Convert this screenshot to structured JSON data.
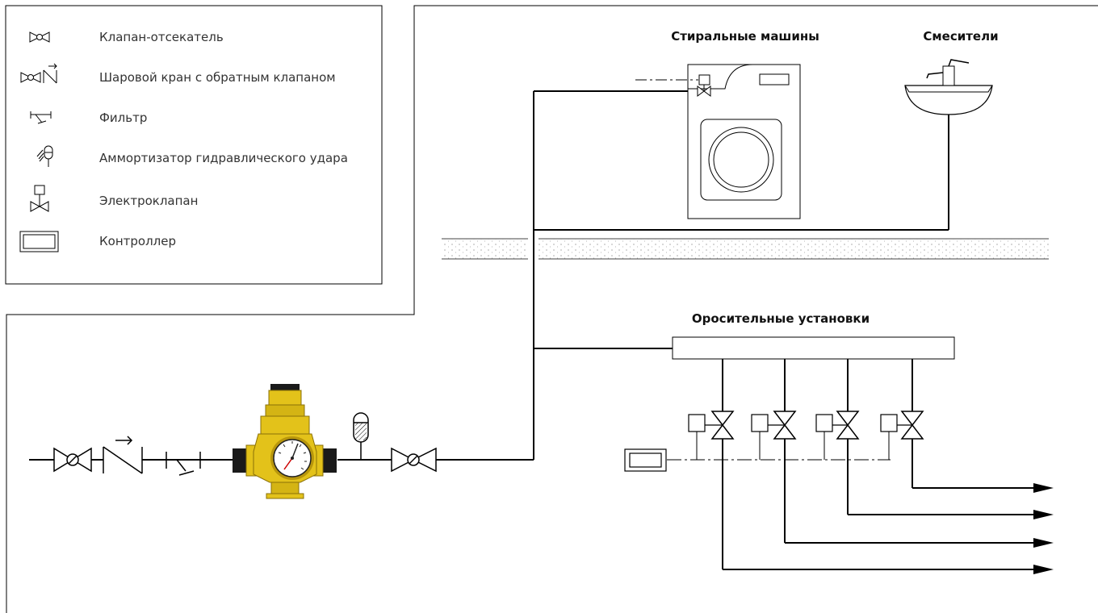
{
  "legend": {
    "items": [
      {
        "icon": "shutoff-valve-icon",
        "label": "Клапан-отсекатель"
      },
      {
        "icon": "ball-valve-check-icon",
        "label": "Шаровой кран с обратным клапаном"
      },
      {
        "icon": "filter-icon",
        "label": "Фильтр"
      },
      {
        "icon": "water-hammer-arrestor-icon",
        "label": "Аммортизатор гидравлического удара"
      },
      {
        "icon": "solenoid-valve-icon",
        "label": "Электроклапан"
      },
      {
        "icon": "controller-icon",
        "label": "Контроллер"
      }
    ]
  },
  "labels": {
    "washing_machines": "Стиральные машины",
    "mixers": "Смесители",
    "sprinklers": "Оросительные установки"
  },
  "colors": {
    "line": "#000000",
    "brass": "#e3c21a",
    "brass_dark": "#b8960c",
    "fitting_black": "#1a1a1a",
    "floor_border": "#444444"
  }
}
